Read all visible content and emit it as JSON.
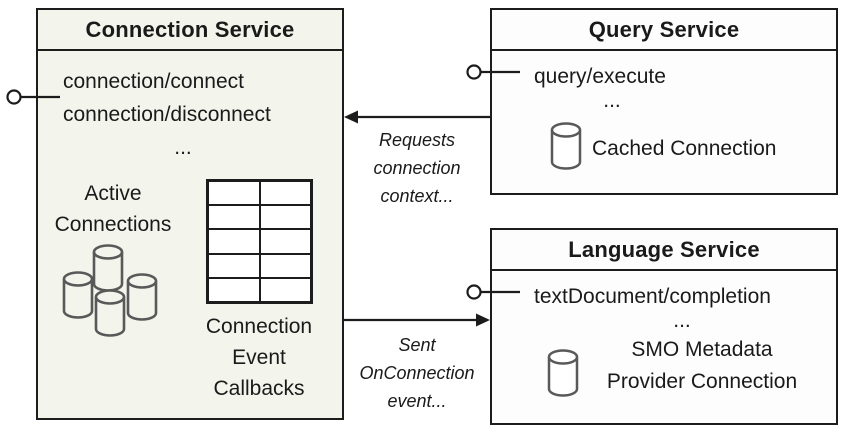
{
  "diagram": {
    "connection_service": {
      "title": "Connection Service",
      "endpoints": [
        "connection/connect",
        "connection/disconnect"
      ],
      "ellipsis": "...",
      "active_connections_label": "Active\nConnections",
      "callbacks_label": "Connection\nEvent\nCallbacks"
    },
    "query_service": {
      "title": "Query Service",
      "endpoint": "query/execute",
      "ellipsis": "...",
      "cached_connection_label": "Cached Connection"
    },
    "language_service": {
      "title": "Language Service",
      "endpoint": "textDocument/completion",
      "ellipsis": "...",
      "smo_label": "SMO Metadata\nProvider Connection"
    },
    "annotations": {
      "requests_connection_context": "Requests\nconnection\ncontext...",
      "sent_onconnection_event": "Sent\nOnConnection\nevent..."
    },
    "icons": {
      "database_cluster": "database-cluster-icon",
      "database": "database-icon",
      "callback_table": "callback-table-icon",
      "lollipop_interface": "provided-interface-icon",
      "arrow": "arrow-icon"
    },
    "colors": {
      "connection_box_fill": "#f3f5ec",
      "service_box_fill": "#fdfdfd",
      "border": "#1c1c1c",
      "cylinder_stroke": "#595959"
    }
  }
}
